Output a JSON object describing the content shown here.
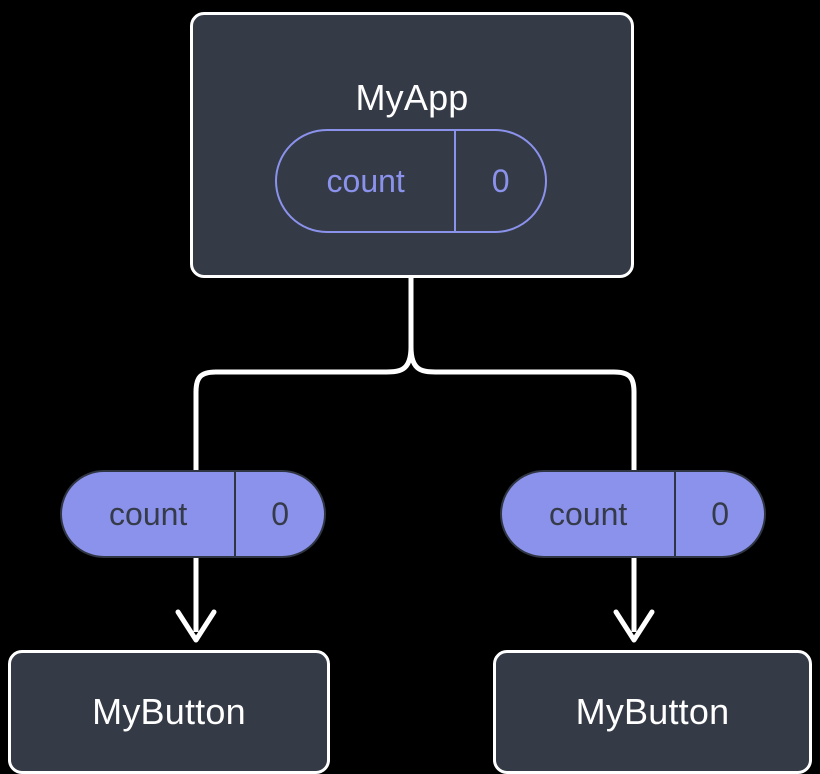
{
  "diagram": {
    "background_color": "#000000",
    "node_fill": "#343a46",
    "node_border": "#ffffff",
    "accent_color": "#8b92ec",
    "edge_color": "#ffffff",
    "root": {
      "title": "MyApp",
      "state": {
        "key": "count",
        "value": "0"
      }
    },
    "children": [
      {
        "prop": {
          "key": "count",
          "value": "0"
        },
        "title": "MyButton"
      },
      {
        "prop": {
          "key": "count",
          "value": "0"
        },
        "title": "MyButton"
      }
    ]
  }
}
